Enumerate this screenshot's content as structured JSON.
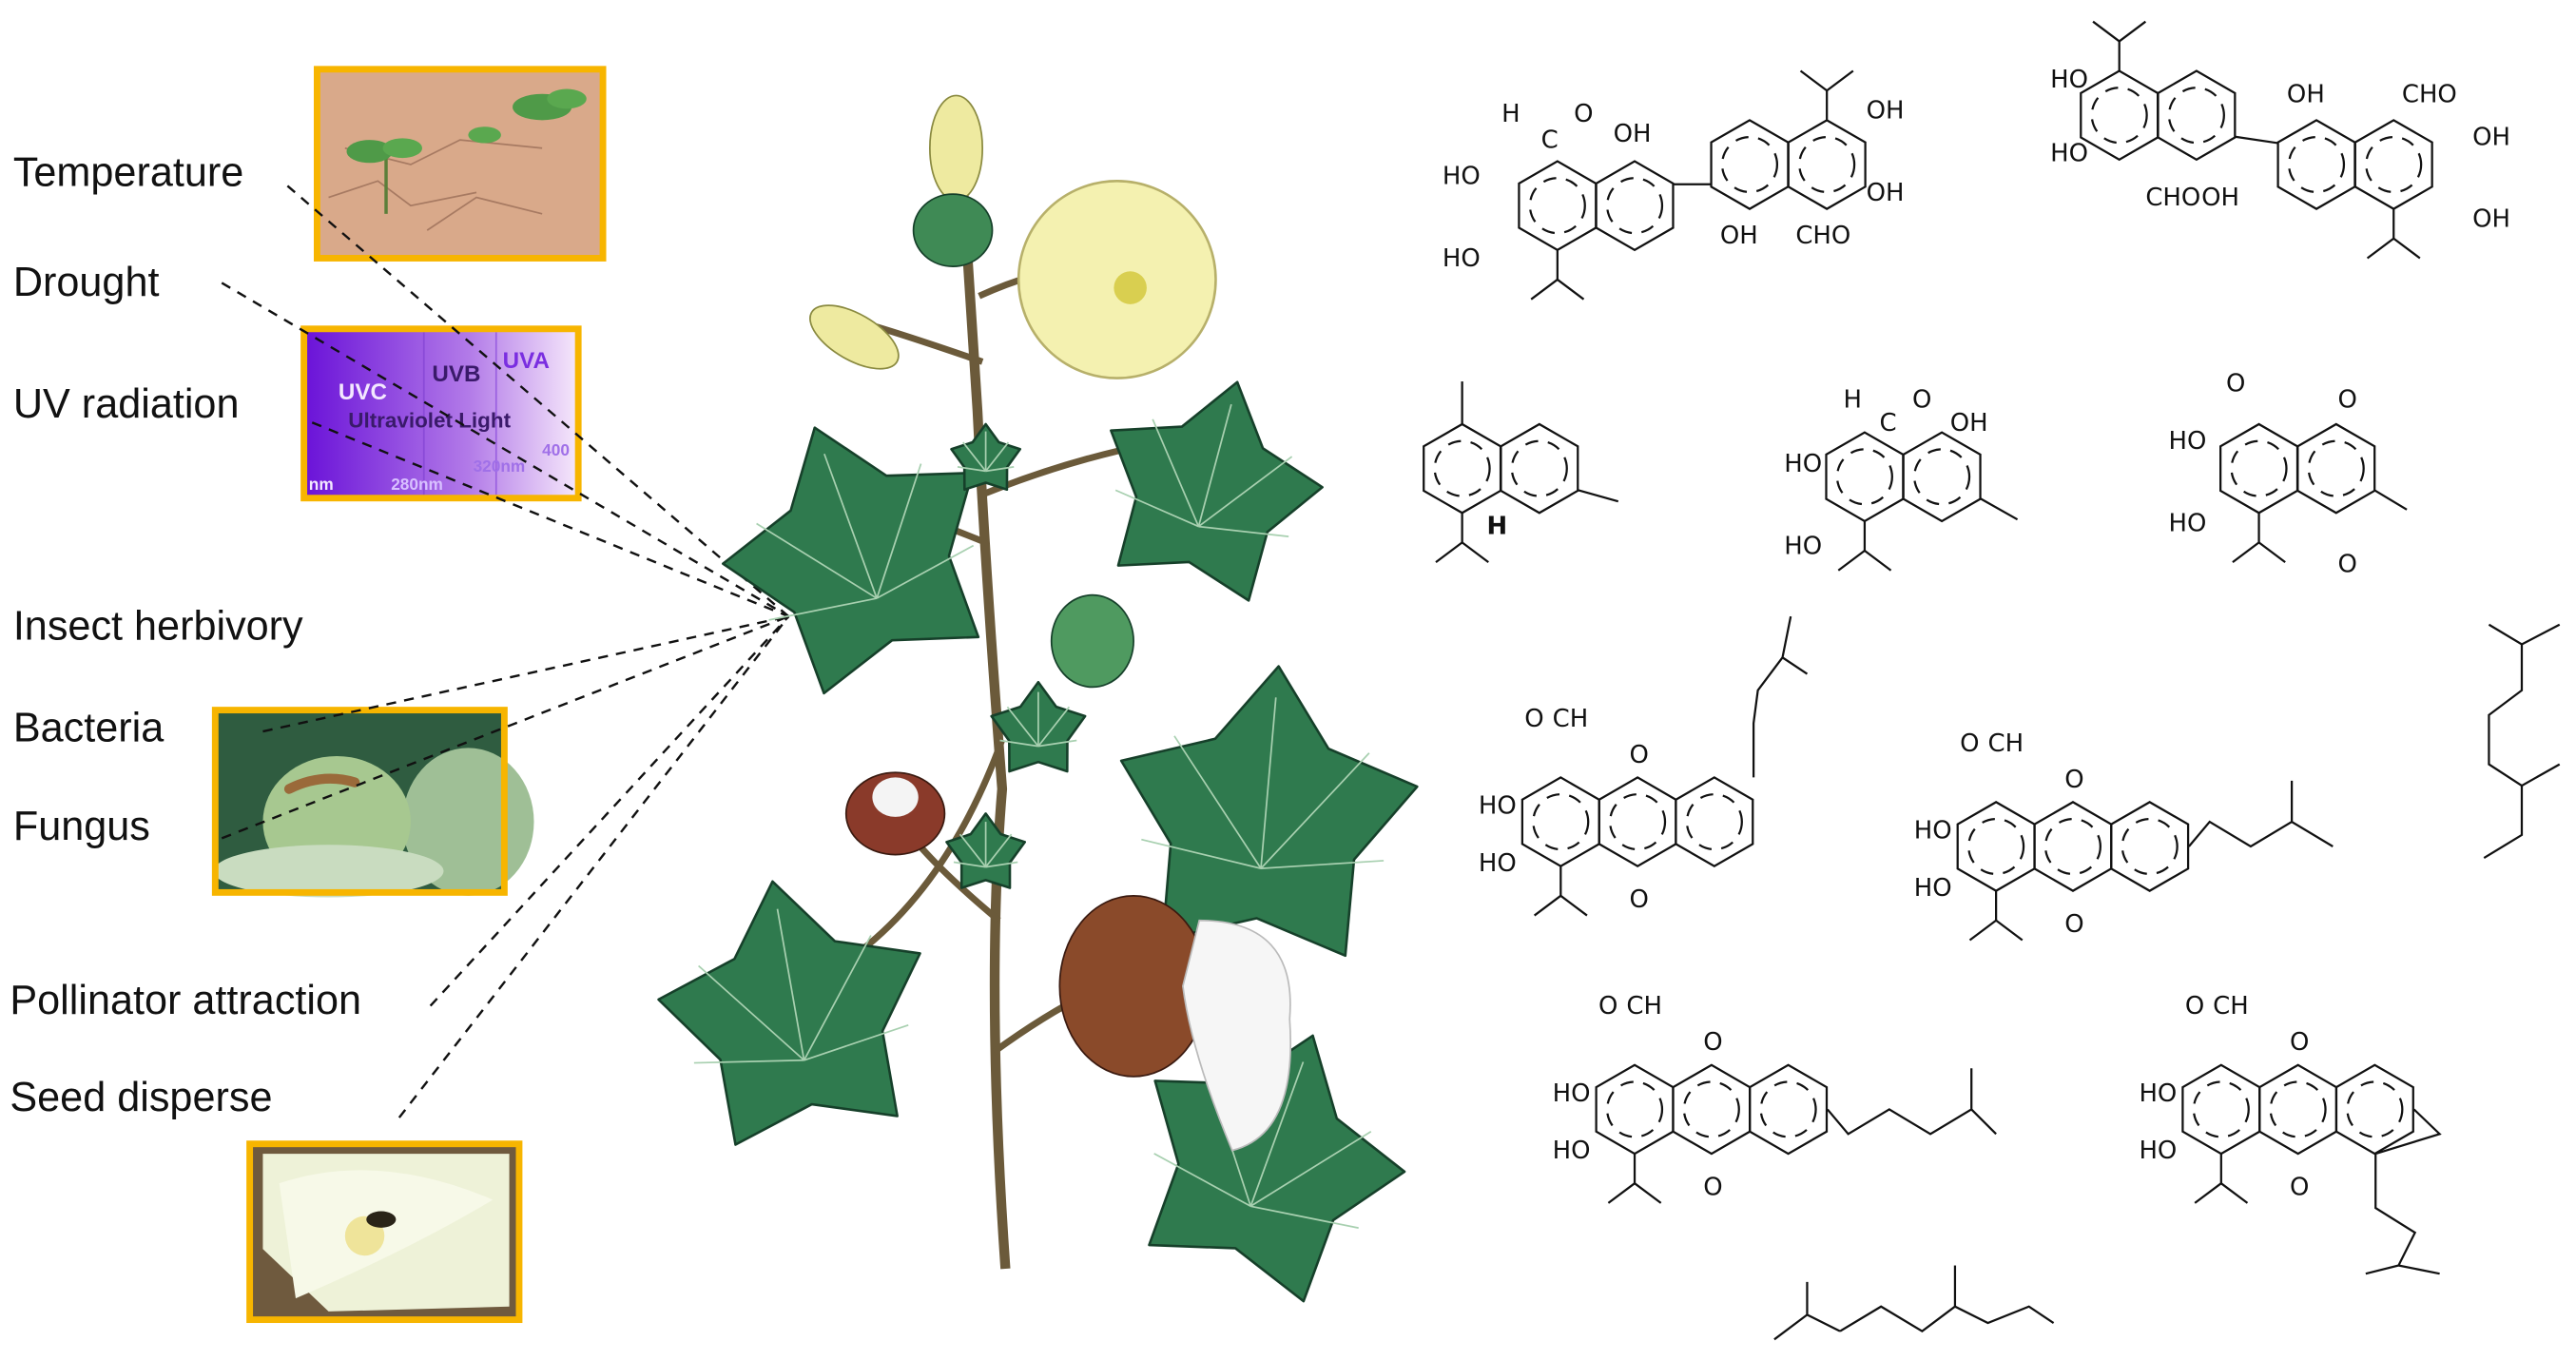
{
  "factors": [
    "Temperature",
    "Drought",
    "UV radiation",
    "Insect herbivory",
    "Bacteria",
    "Fungus",
    "Pollinator attraction",
    "Seed disperse"
  ],
  "uv_image": {
    "uvc": "UVC",
    "uvb": "UVB",
    "uva": "UVA",
    "title": "Ultraviolet Light",
    "n400": "400",
    "n320": "320nm",
    "n280": "280nm",
    "nm": "nm"
  },
  "colors": {
    "frame": "#F7B500",
    "leaf": "#2f7a4e",
    "flower": "#f4f1b0",
    "uv": "#7a2ee0"
  },
  "molecules": {
    "m1": [
      "H",
      "O",
      "C",
      "OH",
      "HO",
      "HO",
      "OH",
      "CHO",
      "OH",
      "OH"
    ],
    "m2": [
      "HO",
      "HO",
      "CHO",
      "OH",
      "OH",
      "CHO",
      "OH",
      "OH"
    ],
    "m3": [
      "H"
    ],
    "m4": [
      "H",
      "O",
      "C",
      "OH",
      "HO",
      "HO"
    ],
    "m5": [
      "O",
      "O",
      "HO",
      "HO",
      "O"
    ],
    "m6": [
      "O",
      "CH",
      "O",
      "HO",
      "HO",
      "O"
    ],
    "m7": [
      "O",
      "CH",
      "O",
      "HO",
      "HO",
      "O"
    ],
    "m8": [
      "O",
      "CH",
      "O",
      "HO",
      "HO",
      "O"
    ],
    "m9": [
      "O",
      "CH",
      "O",
      "HO",
      "HO",
      "O"
    ]
  }
}
